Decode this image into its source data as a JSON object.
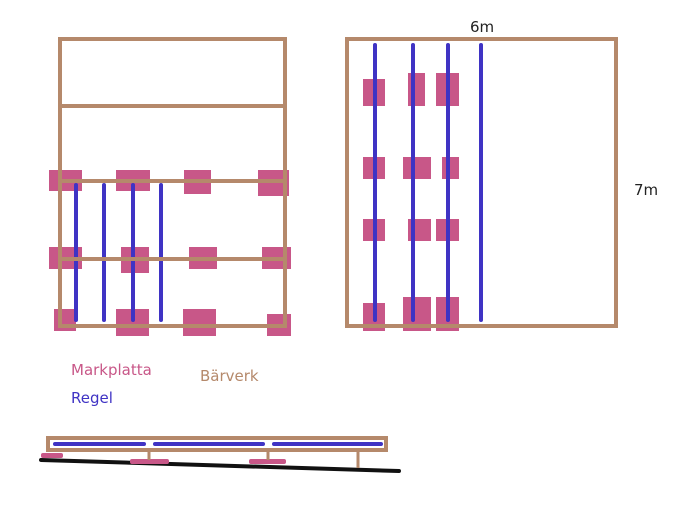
{
  "labels": {
    "width": "6m",
    "height": "7m",
    "legend_foundation": "Markplatta",
    "legend_frame": "Bärverk",
    "legend_joist": "Regel"
  },
  "colors": {
    "frame": "#b5896b",
    "foundation": "#c85788",
    "joist": "#3f33c4",
    "ground": "#111111",
    "text_dim": "#222222"
  }
}
